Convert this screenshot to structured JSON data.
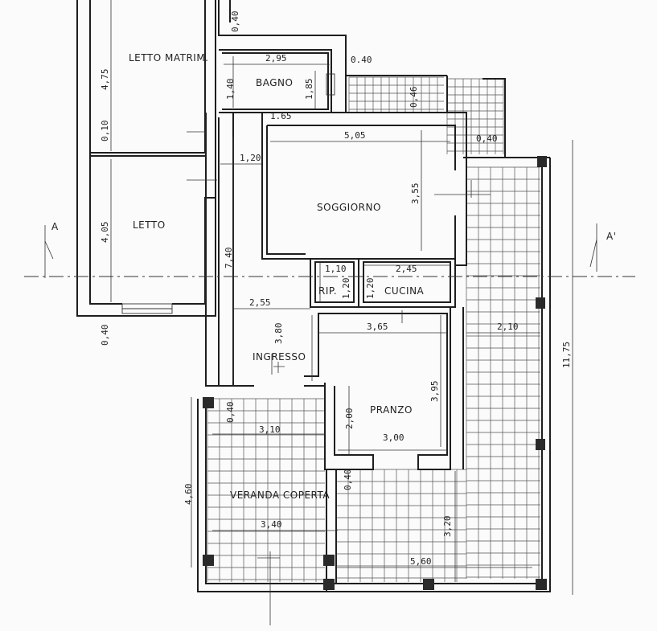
{
  "rooms": {
    "letto_matrim": "LETTO MATRIM.",
    "bagno": "BAGNO",
    "letto": "LETTO",
    "soggiorno": "SOGGIORNO",
    "rip": "RIP.",
    "cucina": "CUCINA",
    "ingresso": "INGRESSO",
    "pranzo": "PRANZO",
    "veranda": "VERANDA COPERTA"
  },
  "section_marks": {
    "left": "A",
    "right": "A'"
  },
  "dimensions": {
    "d_475": "4,75",
    "d_040_top": "0,40",
    "d_295": "2,95",
    "d_040_stair": "0.40",
    "d_140": "1,40",
    "d_185": "1,85",
    "d_165": "1.65",
    "d_046": "0,46",
    "d_010": "0,10",
    "d_505": "5,05",
    "d_040_right": "0,40",
    "d_120_corr": "1,20",
    "d_355": "3,55",
    "d_405": "4,05",
    "d_740": "7,40",
    "d_110": "1,10",
    "d_120_rip": "1,20",
    "d_245": "2,45",
    "d_120_cuc": "1,20",
    "d_255": "2,55",
    "d_040_left": "0,40",
    "d_365": "3,65",
    "d_210": "2,10",
    "d_380": "3,80",
    "d_1175": "11,75",
    "d_395": "3,95",
    "d_040_ver": "0,40",
    "d_310": "3,10",
    "d_200": "2,00",
    "d_300": "3,00",
    "d_460": "4,60",
    "d_040_low": "0,40",
    "d_320": "3,20",
    "d_340": "3,40",
    "d_560": "5,60"
  }
}
